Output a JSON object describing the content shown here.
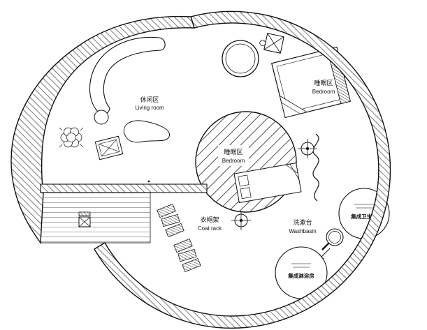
{
  "labels": {
    "living_room_zh": "休闲区",
    "living_room_en": "Living room",
    "bedroom_center_zh": "睡眠区",
    "bedroom_center_en": "Bedroom",
    "bedroom_upper_zh": "睡眠区",
    "bedroom_upper_en": "Bedroom",
    "coat_rack_zh": "衣帽架",
    "coat_rack_en": "Coat rack",
    "washbasin_zh": "洗漱台",
    "washbasin_en": "Washbasin",
    "bathroom_pod_zh": "集成卫生间",
    "shower_pod_zh": "集成淋浴房"
  },
  "colors": {
    "line": "#111111",
    "wall_hatch": "#3f3f3f",
    "floor_hatch": "#888888",
    "background": "#ffffff"
  }
}
